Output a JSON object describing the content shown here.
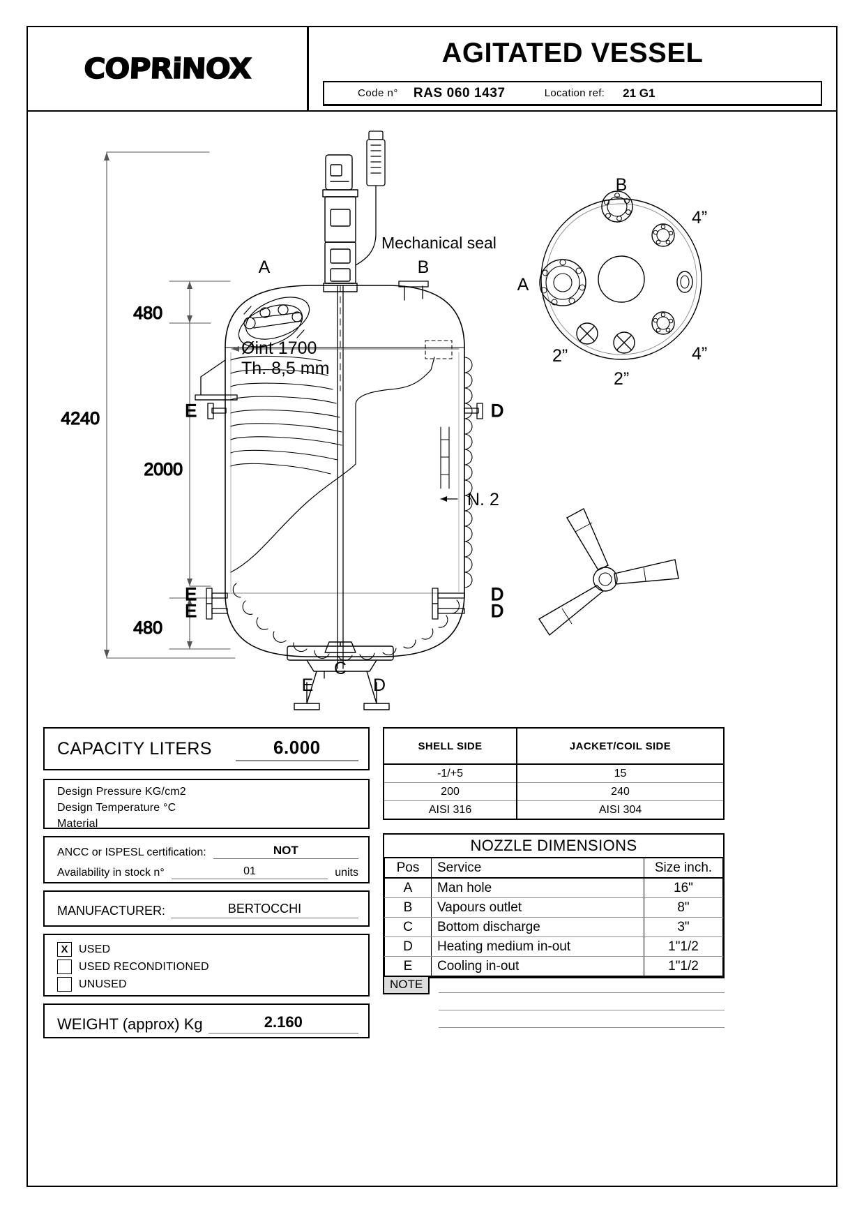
{
  "header": {
    "logo": "COPRiNOX",
    "title": "AGITATED VESSEL",
    "code_label": "Code  n°",
    "code_value": "RAS 060 1437",
    "location_label": "Location ref:",
    "location_value": "21 G1"
  },
  "drawing": {
    "labels": {
      "mechanical_seal": "Mechanical seal",
      "diameter": "Øint 1700",
      "thickness": "Th. 8,5 mm",
      "nozzle_count": "N. 2",
      "dim_total": "4240",
      "dim_top": "480",
      "dim_mid": "2000",
      "dim_bottom": "480",
      "nozzle_A": "A",
      "nozzle_B": "B",
      "nozzle_C": "C",
      "nozzle_D": "D",
      "nozzle_E": "E"
    },
    "top_view": {
      "label_A": "A",
      "label_B": "B",
      "size_4a": "4”",
      "size_4b": "4”",
      "size_2a": "2”",
      "size_2b": "2”"
    }
  },
  "capacity": {
    "label": "CAPACITY LITERS",
    "value": "6.000"
  },
  "design": {
    "line1": "Design  Pressure  KG/cm2",
    "line2": "Design  Temperature   °C",
    "line3": "Material"
  },
  "certification": {
    "ancc_label": "ANCC  or  ISPESL certification:",
    "ancc_value": "NOT",
    "stock_label": "Availability in stock n°",
    "stock_value": "01",
    "stock_units": "units"
  },
  "manufacturer": {
    "label": "MANUFACTURER:",
    "value": "BERTOCCHI"
  },
  "condition": {
    "options": [
      {
        "label": "USED",
        "checked": "X"
      },
      {
        "label": "USED RECONDITIONED",
        "checked": ""
      },
      {
        "label": "UNUSED",
        "checked": ""
      }
    ]
  },
  "weight": {
    "label": "WEIGHT (approx) Kg",
    "value": "2.160"
  },
  "sides_table": {
    "headers": [
      "SHELL SIDE",
      "JACKET/COIL SIDE"
    ],
    "rows": [
      [
        "-1/+5",
        "15"
      ],
      [
        "200",
        "240"
      ],
      [
        "AISI  316",
        "AISI  304"
      ]
    ]
  },
  "nozzle_table": {
    "title": "NOZZLE  DIMENSIONS",
    "headers": [
      "Pos",
      "Service",
      "Size inch."
    ],
    "rows": [
      [
        "A",
        "Man hole",
        "16\""
      ],
      [
        "B",
        "Vapours  outlet",
        "8\""
      ],
      [
        "C",
        "Bottom discharge",
        "3\""
      ],
      [
        "D",
        "Heating medium in-out",
        "1\"1/2"
      ],
      [
        "E",
        "Cooling  in-out",
        "1\"1/2"
      ]
    ]
  },
  "note": {
    "badge": "NOTE",
    "lines": [
      "",
      "",
      ""
    ]
  }
}
